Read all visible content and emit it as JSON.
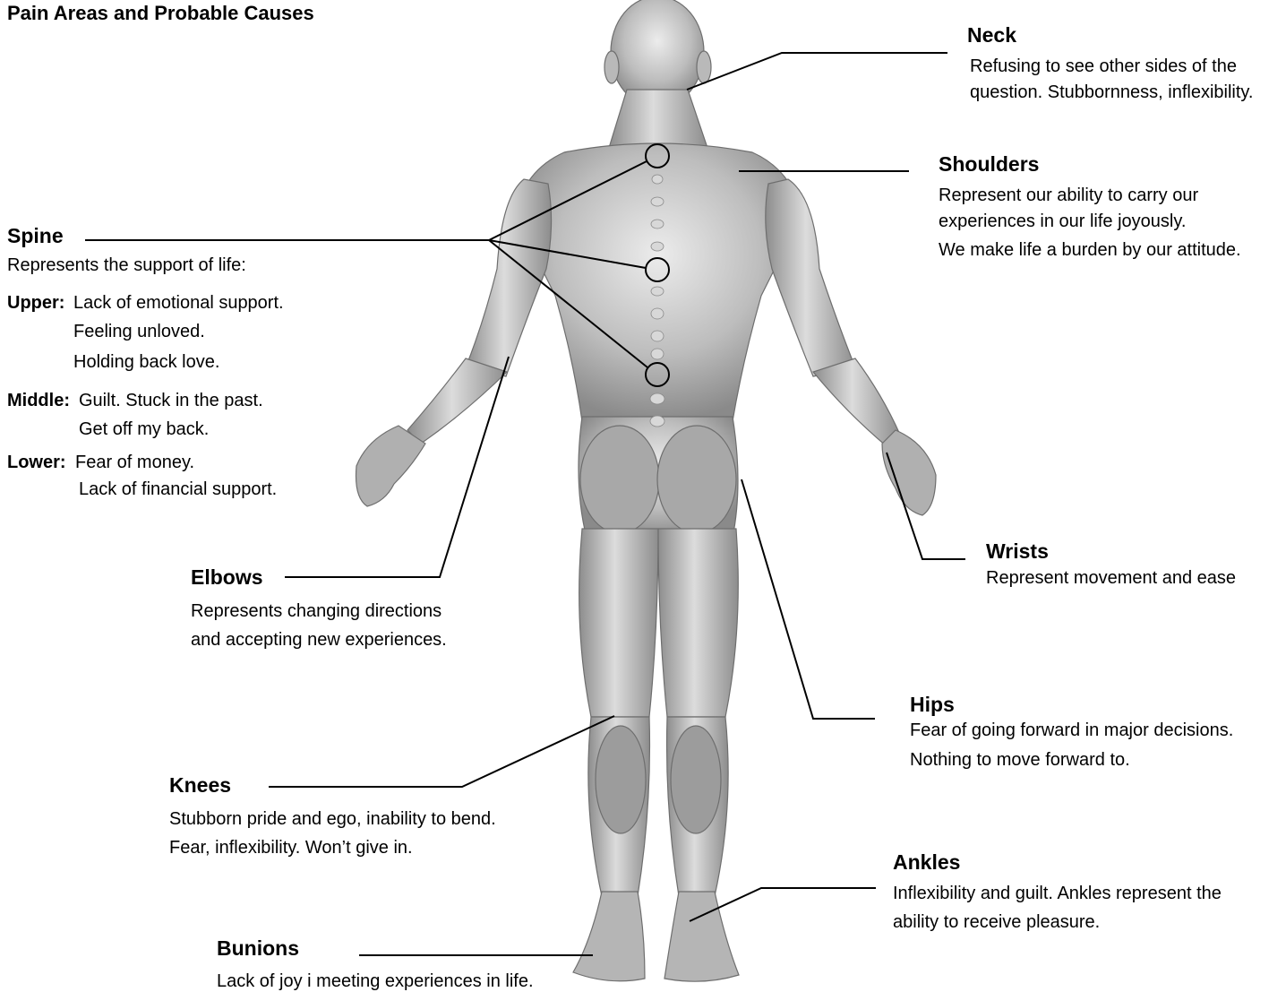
{
  "title": "Pain Areas and Probable Causes",
  "areas": {
    "neck": {
      "heading": "Neck",
      "lines": [
        "Refusing to see other sides of the",
        "question. Stubbornness, inflexibility."
      ]
    },
    "shoulders": {
      "heading": "Shoulders",
      "lines": [
        "Represent our ability to carry our",
        "experiences in our life joyously.",
        "We make life a burden by our attitude."
      ]
    },
    "spine": {
      "heading": "Spine",
      "intro": "Represents the support of life:",
      "upper": {
        "label": "Upper:",
        "lines": [
          "Lack of emotional support.",
          "Feeling unloved.",
          "Holding back love."
        ]
      },
      "middle": {
        "label": "Middle:",
        "lines": [
          "Guilt. Stuck in the past.",
          "Get off my back."
        ]
      },
      "lower": {
        "label": "Lower:",
        "lines": [
          "Fear of money.",
          "Lack of financial support."
        ]
      }
    },
    "elbows": {
      "heading": "Elbows",
      "lines": [
        "Represents changing directions",
        "and accepting new experiences."
      ]
    },
    "wrists": {
      "heading": "Wrists",
      "lines": [
        "Represent movement and ease"
      ]
    },
    "hips": {
      "heading": "Hips",
      "lines": [
        "Fear of going forward in major decisions.",
        "Nothing to move forward to."
      ]
    },
    "knees": {
      "heading": "Knees",
      "lines": [
        "Stubborn pride and ego, inability to bend.",
        "Fear, inflexibility. Won’t give in."
      ]
    },
    "ankles": {
      "heading": "Ankles",
      "lines": [
        "Inflexibility and guilt. Ankles represent the",
        "ability to receive pleasure."
      ]
    },
    "bunions": {
      "heading": "Bunions",
      "lines": [
        "Lack of joy i meeting experiences in life."
      ]
    }
  },
  "colors": {
    "text": "#000000",
    "figure_light": "#e6e6e6",
    "figure_mid": "#b4b4b4",
    "figure_dark": "#7a7a7a",
    "leader_line": "#000000"
  }
}
